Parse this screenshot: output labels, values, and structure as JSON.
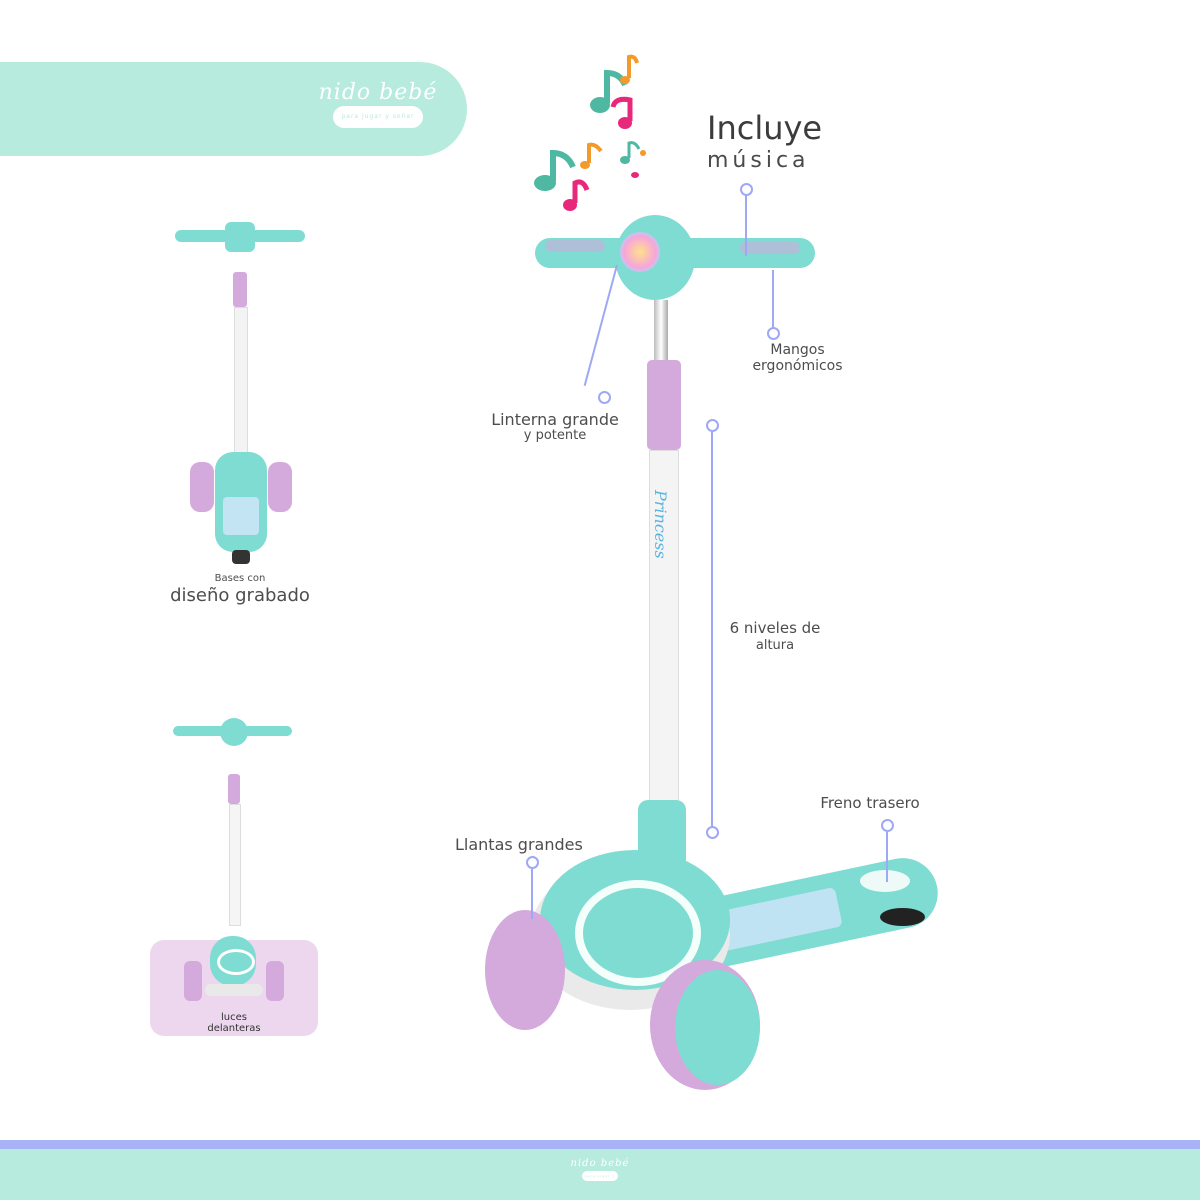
{
  "brand": {
    "name": "nido bebé",
    "tagline": "para jugar y soñar"
  },
  "headline": {
    "line1": "Incluye",
    "line2": "música"
  },
  "callouts": {
    "handles": {
      "line1": "Mangos",
      "line2": "ergonómicos"
    },
    "flashlight": {
      "line1": "Linterna grande",
      "line2": "y potente"
    },
    "height": {
      "line1": "6 niveles de",
      "line2": "altura"
    },
    "brake": {
      "line1": "Freno trasero"
    },
    "wheels": {
      "line1": "Llantas grandes"
    }
  },
  "thumbnails": {
    "top": {
      "caption_small": "Bases con",
      "caption_large": "diseño grabado"
    },
    "bottom": {
      "caption_line1": "luces",
      "caption_line2": "delanteras"
    }
  },
  "stem_text": "Princess",
  "colors": {
    "mint": "#b7ebdd",
    "periwinkle": "#a8b2f7",
    "teal": "#7fdcd2",
    "lilac": "#d4a9dc",
    "note_teal": "#4fb8a2",
    "note_pink": "#e8287a",
    "note_orange": "#f39a2a"
  },
  "icons": [
    "music-note-icon",
    "music-note-icon",
    "music-note-icon",
    "music-note-icon"
  ]
}
